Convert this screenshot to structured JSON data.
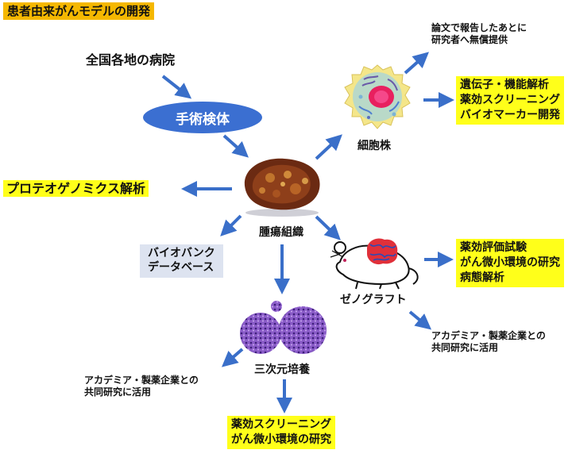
{
  "title": "患者由来がんモデルの開発",
  "hospitals": "全国各地の病院",
  "surgery_specimen": "手術検体",
  "tumor_tissue": "腫瘍組織",
  "proteogenomics": "プロテオゲノミクス解析",
  "biobank": [
    "バイオバンク",
    "データベース"
  ],
  "cell_line": "細胞株",
  "cell_line_share": [
    "論文で報告したあとに",
    "研究者へ無償提供"
  ],
  "cell_line_uses": [
    "遺伝子・機能解析",
    "薬効スクリーニング",
    "バイオマーカー開発"
  ],
  "xenograft": "ゼノグラフト",
  "xenograft_uses": [
    "薬効評価試験",
    "がん微小環境の研究",
    "病態解析"
  ],
  "xenograft_collab": [
    "アカデミア・製薬企業との",
    "共同研究に活用"
  ],
  "culture_3d": "三次元培養",
  "culture_collab": [
    "アカデミア・製薬企業との",
    "共同研究に活用"
  ],
  "culture_uses": [
    "薬効スクリーニング",
    "がん微小環境の研究"
  ],
  "colors": {
    "title_bg": "#f5b800",
    "highlight": "#ffff1a",
    "oval": "#3b6fd1",
    "arrow": "#3a6fc9",
    "biobank_bg": "#dde3f0"
  }
}
